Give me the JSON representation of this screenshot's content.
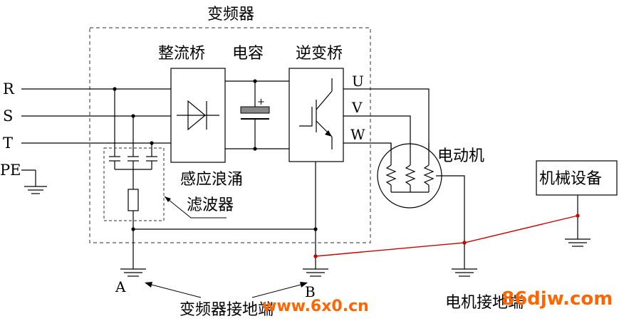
{
  "title": "变频器",
  "blocks": {
    "rectifier": "整流桥",
    "capacitor": "电容",
    "inverter": "逆变桥",
    "motor": "电动机",
    "machine": "机械设备",
    "filter_line1": "感应浪涌",
    "filter_line2": "滤波器"
  },
  "inputs": {
    "r": "R",
    "s": "S",
    "t": "T",
    "pe": "PE"
  },
  "outputs": {
    "u": "U",
    "v": "V",
    "w": "W"
  },
  "cap_plus": "+",
  "ground_points": {
    "a": "A",
    "b": "B"
  },
  "captions": {
    "inverter_ground": "变频器接地端",
    "motor_ground": "电机接地端"
  },
  "watermarks": {
    "left": "www.6x0.cn",
    "right": "86djw.com"
  },
  "colors": {
    "wire": "#000000",
    "box_border": "#555555",
    "ground_link": "#cc0000",
    "watermark_orange": "#ff6600",
    "watermark_red": "#cc0000"
  }
}
